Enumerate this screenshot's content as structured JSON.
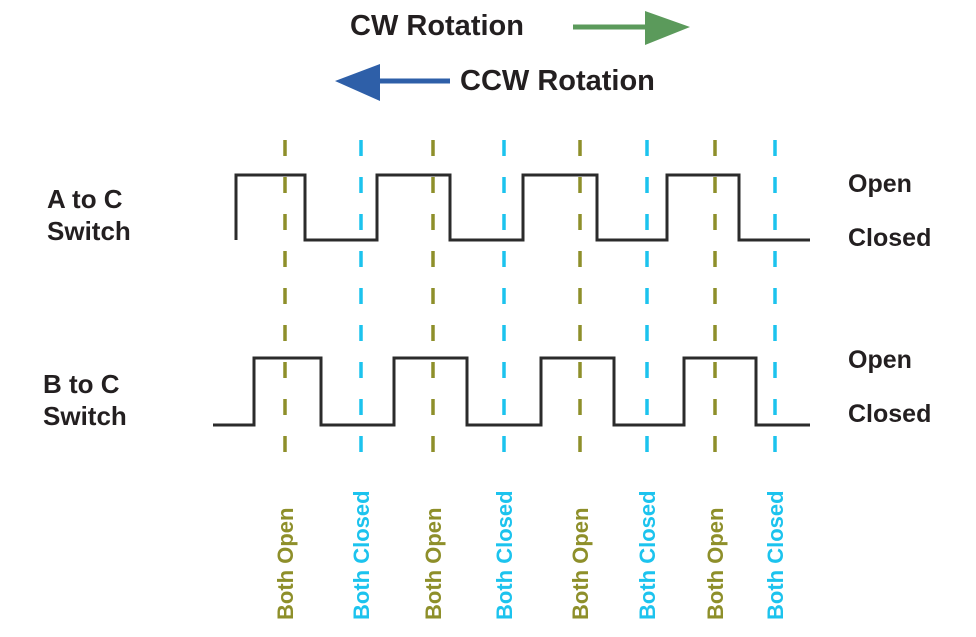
{
  "header": {
    "cw_label": "CW Rotation",
    "ccw_label": "CCW Rotation",
    "cw_arrow_color": "#5b9a5b",
    "ccw_arrow_color": "#2e5fa8"
  },
  "signals": [
    {
      "name_line1": "A to C",
      "name_line2": "Switch",
      "open_label": "Open",
      "closed_label": "Closed",
      "sequence": [
        "closed-start",
        "open",
        "closed",
        "open",
        "closed",
        "open",
        "closed",
        "open",
        "closed"
      ]
    },
    {
      "name_line1": "B to C",
      "name_line2": "Switch",
      "open_label": "Open",
      "closed_label": "Closed",
      "sequence": [
        "closed",
        "open",
        "closed",
        "open",
        "closed",
        "open",
        "closed",
        "open",
        "closed"
      ]
    }
  ],
  "markers": [
    {
      "label": "Both Open",
      "type": "open"
    },
    {
      "label": "Both Closed",
      "type": "closed"
    },
    {
      "label": "Both Open",
      "type": "open"
    },
    {
      "label": "Both Closed",
      "type": "closed"
    },
    {
      "label": "Both Open",
      "type": "open"
    },
    {
      "label": "Both Closed",
      "type": "closed"
    },
    {
      "label": "Both Open",
      "type": "open"
    },
    {
      "label": "Both Closed",
      "type": "closed"
    }
  ],
  "colors": {
    "open_marker": "#8e8f2a",
    "closed_marker": "#1cc3ee",
    "waveform": "#2b2b2b"
  }
}
